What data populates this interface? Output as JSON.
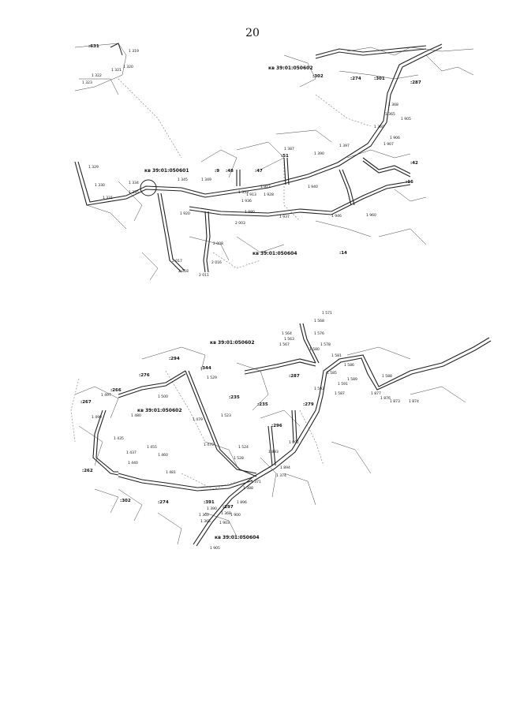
{
  "page_number": "20",
  "top_map": {
    "cadastral_quarters": [
      "кв 39:01:050602",
      "кв 39:01:050601",
      "кв 39:01:050604"
    ],
    "parcels": [
      ":302",
      ":274",
      ":301",
      ":287",
      ":48",
      ":47",
      ":51",
      ":42",
      ":16",
      ":14",
      ":631",
      ":9"
    ],
    "points": [
      "1 319",
      "1 321",
      "1 320",
      "1 322",
      "1 323",
      "1 329",
      "1 330",
      "1 331",
      "1 334",
      "1 335",
      "1 345",
      "1 349",
      "1 353",
      "1 360",
      "1 365",
      "1 368",
      "1 387",
      "1 390",
      "1 397",
      "1 905",
      "1 906",
      "1 907",
      "1 912",
      "1 913",
      "1 920",
      "1 928",
      "1 936",
      "1 937",
      "1 940",
      "1 946",
      "1 960",
      "1 980",
      "2 003",
      "2 008",
      "2 011",
      "2 016",
      "2 017",
      "2 018"
    ]
  },
  "bottom_map": {
    "cadastral_quarters": [
      "кв 39:01:050602",
      "кв 39:01:050602",
      "кв 39:01:050604"
    ],
    "parcels": [
      ":294",
      ":344",
      ":276",
      ":266",
      ":267",
      ":235",
      ":235",
      ":279",
      ":296",
      ":262",
      ":302",
      ":274",
      ":391",
      ":297",
      ":287"
    ],
    "points": [
      "1 571",
      "1 568",
      "1 564",
      "1 563",
      "1 567",
      "1 576",
      "1 578",
      "1 580",
      "1 581",
      "1 585",
      "1 586",
      "1 587",
      "1 588",
      "1 589",
      "1 591",
      "1 593",
      "1 873",
      "1 874",
      "1 876",
      "1 877",
      "1 479",
      "1 470",
      "1 523",
      "1 524",
      "1 528",
      "1 529",
      "1 435",
      "1 437",
      "1 440",
      "1 455",
      "1 460",
      "1 480",
      "1 481",
      "1 490",
      "1 497",
      "1 500",
      "1 360",
      "1 365",
      "1 368",
      "1 371",
      "1 374",
      "1 388",
      "1 390",
      "1 892",
      "1 893",
      "1 894",
      "1 896",
      "1 900",
      "1 903",
      "1 905"
    ]
  }
}
